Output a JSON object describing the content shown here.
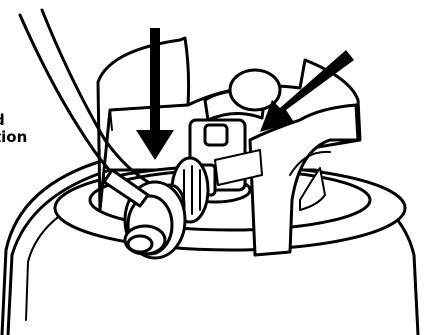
{
  "caption": {
    "line1": "d",
    "line2": "tion"
  },
  "illustration": {
    "subject": "valve-assembly-with-hose",
    "arrow_count": 2,
    "stroke_color": "#000000",
    "fill_color": "#ffffff"
  }
}
